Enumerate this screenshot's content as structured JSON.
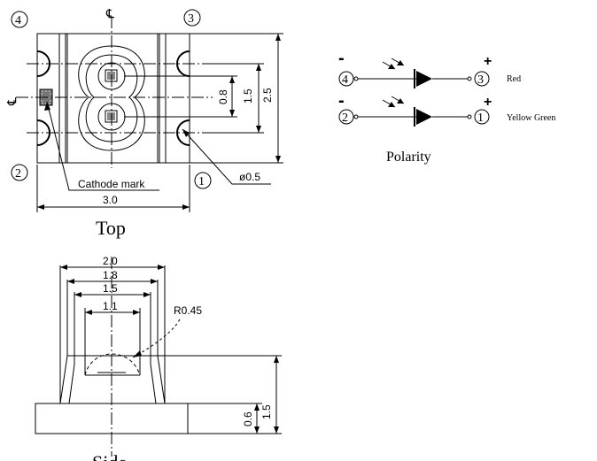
{
  "pins": {
    "p1": "1",
    "p2": "2",
    "p3": "3",
    "p4": "4"
  },
  "top_view": {
    "centerline_symbol": "℄",
    "cathode_label": "Cathode mark",
    "dim_width": "3.0",
    "dim_pitch": "0.8",
    "dim_15": "1.5",
    "dim_25": "2.5",
    "dim_hole": "ø0.5",
    "view_label": "Top"
  },
  "side_view": {
    "dim_20": "2.0",
    "dim_18": "1.8",
    "dim_15": "1.5",
    "dim_11": "1.1",
    "radius": "R0.45",
    "dim_06": "0.6",
    "dim_h15": "1.5",
    "view_label": "Side"
  },
  "polarity": {
    "minus": "-",
    "plus": "+",
    "red_label": "Red",
    "yg_label": "Yellow Green",
    "title": "Polarity"
  }
}
